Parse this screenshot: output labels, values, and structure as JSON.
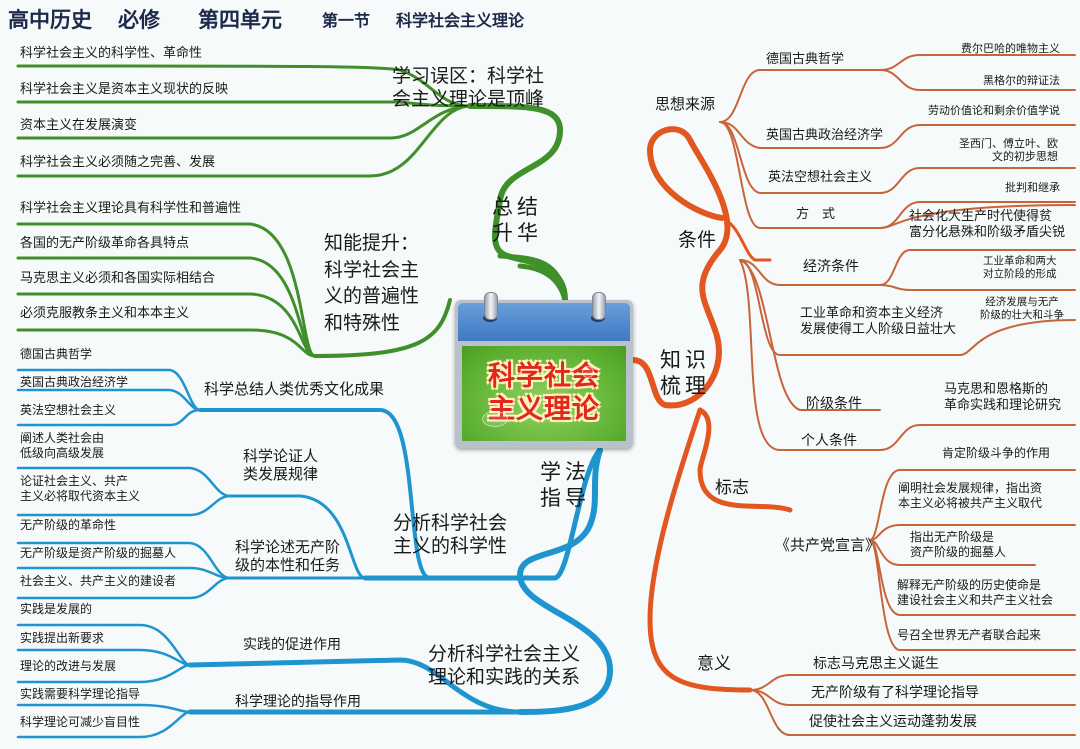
{
  "header": {
    "subject": "高中历史",
    "volume": "必修",
    "unit": "第四单元",
    "section": "第一节",
    "topic": "科学社会主义理论"
  },
  "center": {
    "title_line1": "科学社会",
    "title_line2": "主义理论"
  },
  "colors": {
    "green_branch": "#3f8f2a",
    "blue_branch": "#1f95cf",
    "orange_branch": "#e2571f",
    "thin_orange": "#c8643a",
    "card_band": "#4a85cc",
    "card_face": "#6dbd3c",
    "card_text": "#e0281e"
  },
  "branches": {
    "summary": {
      "label_line1": "总结",
      "label_line2": "升华",
      "misconception": {
        "label_line1": "学习误区：科学社",
        "label_line2": "会主义理论是顶峰",
        "leaves": [
          "科学社会主义的科学性、革命性",
          "科学社会主义是资本主义现状的反映",
          "资本主义在发展演变",
          "科学社会主义必须随之完善、发展"
        ]
      },
      "ability": {
        "label_lines": [
          "知能提升：",
          "科学社会主",
          "义的普遍性",
          "和特殊性"
        ],
        "leaves": [
          "科学社会主义理论具有科学性和普遍性",
          "各国的无产阶级革命各具特点",
          "马克思主义必须和各国实际相结合",
          "必须克服教条主义和本本主义"
        ]
      }
    },
    "method": {
      "label_line1": "学法",
      "label_line2": "指导",
      "scientific": {
        "label_line1": "分析科学社会",
        "label_line2": "主义的科学性",
        "subs": [
          {
            "label_lines": [
              "科学总结人类优秀文化成果"
            ],
            "leaves": [
              "德国古典哲学",
              "英国古典政治经济学",
              "英法空想社会主义"
            ]
          },
          {
            "label_lines": [
              "科学论证人",
              "类发展规律"
            ],
            "leaves": [
              [
                "阐述人类社会由",
                "低级向高级发展"
              ],
              [
                "论证社会主义、共产",
                "主义必将取代资本主义"
              ]
            ]
          },
          {
            "label_lines": [
              "科学论述无产阶",
              "级的本性和任务"
            ],
            "leaves": [
              "无产阶级的革命性",
              "无产阶级是资产阶级的掘墓人",
              "社会主义、共产主义的建设者"
            ]
          }
        ]
      },
      "practice": {
        "label_line1": "分析科学社会主义",
        "label_line2": "理论和实践的关系",
        "subs": [
          {
            "label": "实践的促进作用",
            "leaves": [
              "实践是发展的",
              "实践提出新要求",
              "理论的改进与发展"
            ]
          },
          {
            "label": "科学理论的指导作用",
            "leaves": [
              "实践需要科学理论指导",
              "科学理论可减少盲目性"
            ]
          }
        ]
      }
    },
    "knowledge": {
      "label_line1": "知识",
      "label_line2": "梳理",
      "conditions": {
        "label": "条件",
        "sources": {
          "label": "思想来源",
          "items": [
            {
              "label": "德国古典哲学",
              "leaves": [
                "费尔巴哈的唯物主义",
                "黑格尔的辩证法"
              ]
            },
            {
              "label": "英国古典政治经济学",
              "leaves": [
                "劳动价值论和剩余价值学说"
              ]
            },
            {
              "label": "英法空想社会主义",
              "leaves": [
                [
                  "圣西门、傅立叶、欧",
                  "文的初步思想"
                ]
              ]
            },
            {
              "label": "方　式",
              "leaves": [
                "批判和继承"
              ]
            }
          ]
        },
        "economic": {
          "label": "经济条件",
          "detail": [
            "社会化大生产时代使得贫",
            "富分化悬殊和阶级矛盾尖锐"
          ],
          "leaves": [
            [
              "工业革命和两大",
              "对立阶段的形成"
            ],
            [
              "经济发展与无产",
              "阶级的壮大和斗争"
            ]
          ]
        },
        "class": {
          "label": "阶级条件",
          "detail": [
            "工业革命和资本主义经济",
            "发展使得工人阶级日益壮大"
          ]
        },
        "personal": {
          "label": "个人条件",
          "detail": [
            "马克思和恩格斯的",
            "革命实践和理论研究"
          ]
        }
      },
      "sign": {
        "label": "标志",
        "manifesto": {
          "label": "《共产党宣言》",
          "leaves": [
            "肯定阶级斗争的作用",
            [
              "阐明社会发展规律，指出资",
              "本主义必将被共产主义取代"
            ],
            [
              "指出无产阶级是",
              "资产阶级的掘墓人"
            ],
            [
              "解释无产阶级的历史使命是",
              "建设社会主义和共产主义社会"
            ],
            "号召全世界无产者联合起来"
          ]
        }
      },
      "significance": {
        "label": "意义",
        "leaves": [
          "标志马克思主义诞生",
          "无产阶级有了科学理论指导",
          "促使社会主义运动蓬勃发展"
        ]
      }
    }
  }
}
